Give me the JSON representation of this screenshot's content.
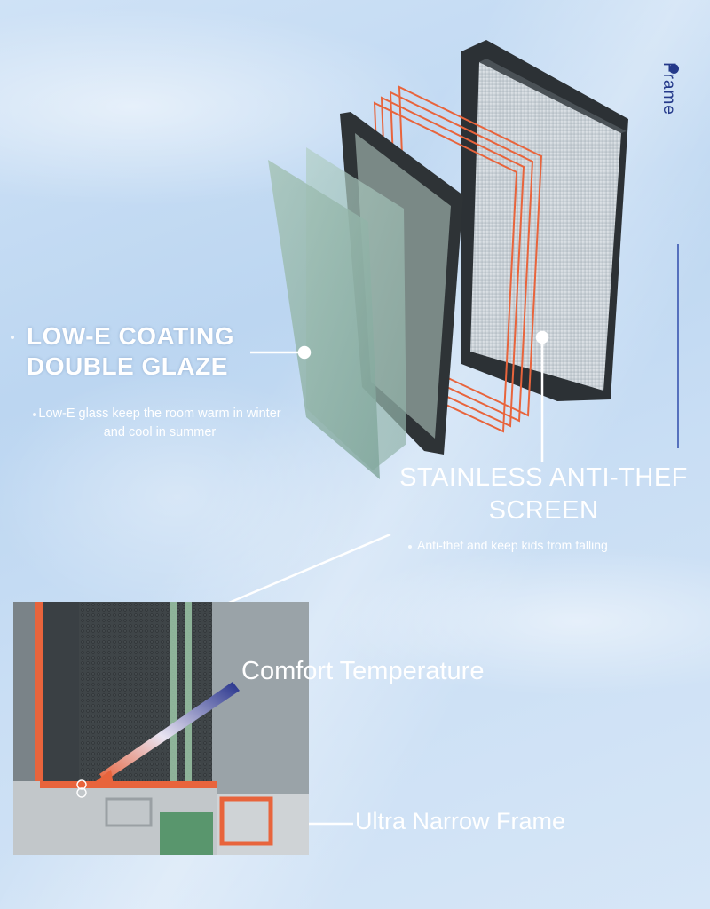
{
  "frame": {
    "label": "Frame"
  },
  "lowe": {
    "title_line1": "LOW-E  COATING",
    "title_line2": "DOUBLE GLAZE",
    "desc": "Low-E glass keep the room warm in winter and cool in summer"
  },
  "screen": {
    "title": "STAINLESS ANTI-THEF SCREEN",
    "desc": "Anti-thef and keep kids from falling"
  },
  "comfort": {
    "title": "Comfort Temperature"
  },
  "narrow_frame": {
    "title": "Ultra Narrow Frame"
  },
  "colors": {
    "accent": "#24398a",
    "gasket": "#e8643c",
    "frame": "#2c3135",
    "label_text": "#ffffff"
  },
  "icons": [
    "logo-icon"
  ]
}
